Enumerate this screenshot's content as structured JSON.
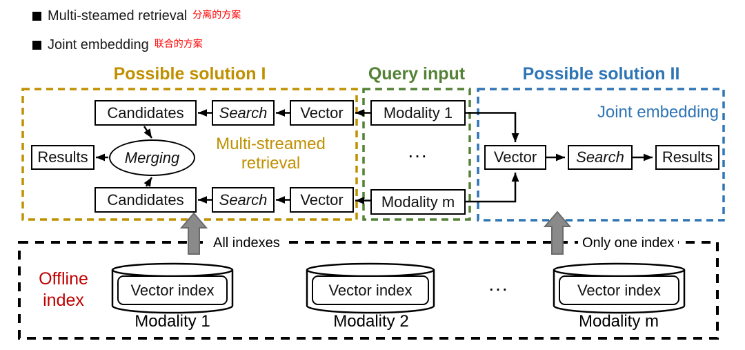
{
  "bullets": [
    {
      "label": "Multi-steamed retrieval",
      "annotation": "分离的方案"
    },
    {
      "label": "Joint embedding",
      "annotation": "联合的方案"
    }
  ],
  "solution1": {
    "title": "Possible solution I",
    "label_line1": "Multi-streamed",
    "label_line2": "retrieval",
    "nodes": {
      "candidates_top": "Candidates",
      "search_top": "Search",
      "vector_top": "Vector",
      "results": "Results",
      "merging": "Merging",
      "candidates_bottom": "Candidates",
      "search_bottom": "Search",
      "vector_bottom": "Vector"
    }
  },
  "query_input": {
    "title": "Query input",
    "modality_top": "Modality 1",
    "ellipsis": "...",
    "modality_bottom": "Modality m"
  },
  "solution2": {
    "title": "Possible solution II",
    "label": "Joint embedding",
    "nodes": {
      "vector": "Vector",
      "search": "Search",
      "results": "Results"
    }
  },
  "offline_index": {
    "label_line1": "Offline",
    "label_line2": "index",
    "all_indexes": "All indexes",
    "only_one_index": "Only one index",
    "ellipsis": "...",
    "cylinders": [
      {
        "label": "Vector index",
        "modality": "Modality 1"
      },
      {
        "label": "Vector index",
        "modality": "Modality 2"
      },
      {
        "label": "Vector index",
        "modality": "Modality m"
      }
    ]
  },
  "colors": {
    "gold": "#BF9000",
    "green": "#538135",
    "blue": "#2E75B6",
    "annotation_red": "#FF0000",
    "offline_red": "#C00000",
    "arrow_gray": "#8A8A8A"
  }
}
